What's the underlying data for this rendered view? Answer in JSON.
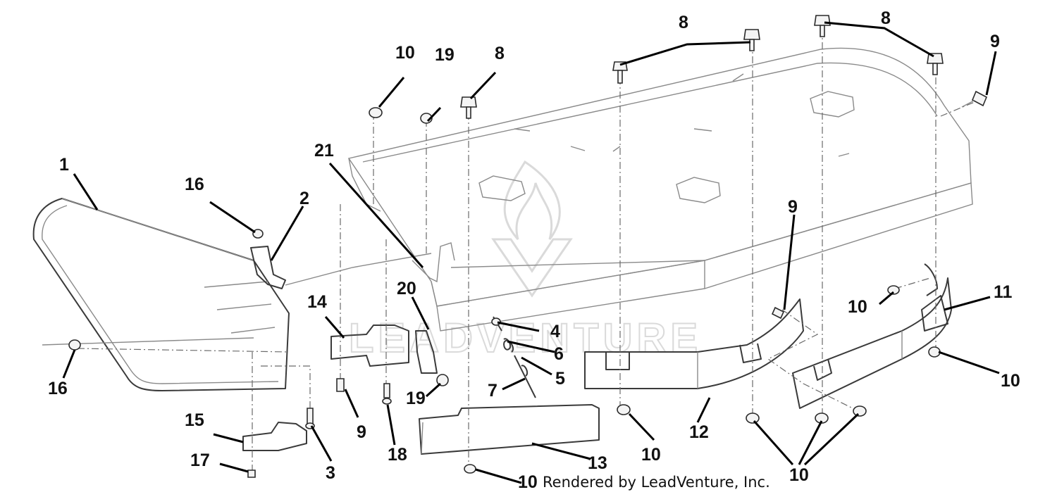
{
  "diagram": {
    "callouts": [
      {
        "id": "c1",
        "text": "1"
      },
      {
        "id": "c2",
        "text": "2"
      },
      {
        "id": "c3",
        "text": "3"
      },
      {
        "id": "c4",
        "text": "4"
      },
      {
        "id": "c5",
        "text": "5"
      },
      {
        "id": "c6",
        "text": "6"
      },
      {
        "id": "c7",
        "text": "7"
      },
      {
        "id": "c8a",
        "text": "8"
      },
      {
        "id": "c8b",
        "text": "8"
      },
      {
        "id": "c8c",
        "text": "8"
      },
      {
        "id": "c9a",
        "text": "9"
      },
      {
        "id": "c9b",
        "text": "9"
      },
      {
        "id": "c9c",
        "text": "9"
      },
      {
        "id": "c10a",
        "text": "10"
      },
      {
        "id": "c10b",
        "text": "10"
      },
      {
        "id": "c10c",
        "text": "10"
      },
      {
        "id": "c10d",
        "text": "10"
      },
      {
        "id": "c10e",
        "text": "10"
      },
      {
        "id": "c10f",
        "text": "10"
      },
      {
        "id": "c11",
        "text": "11"
      },
      {
        "id": "c12",
        "text": "12"
      },
      {
        "id": "c13",
        "text": "13"
      },
      {
        "id": "c14",
        "text": "14"
      },
      {
        "id": "c15",
        "text": "15"
      },
      {
        "id": "c16a",
        "text": "16"
      },
      {
        "id": "c16b",
        "text": "16"
      },
      {
        "id": "c17",
        "text": "17"
      },
      {
        "id": "c18",
        "text": "18"
      },
      {
        "id": "c19a",
        "text": "19"
      },
      {
        "id": "c19b",
        "text": "19"
      },
      {
        "id": "c20",
        "text": "20"
      },
      {
        "id": "c21",
        "text": "21"
      }
    ],
    "watermark": "LEADVENTURE",
    "credit": "Rendered by LeadVenture, Inc."
  },
  "colors": {
    "line": "#3a3a3a",
    "leader": "#000000",
    "watermark": "#d6d6d6",
    "background": "#ffffff"
  }
}
